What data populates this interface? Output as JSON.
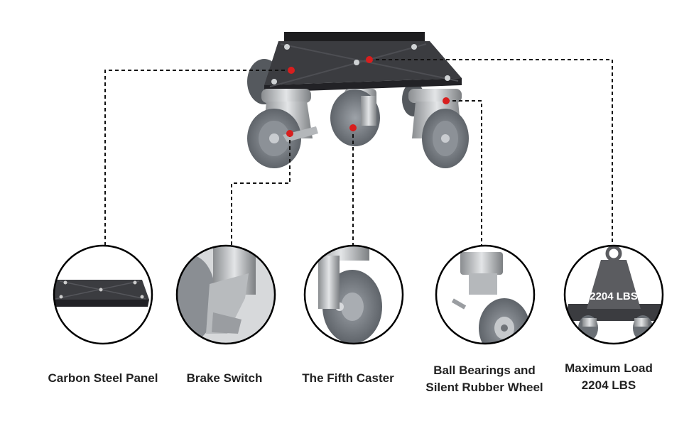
{
  "features": [
    {
      "id": "panel",
      "label_lines": [
        "Carbon Steel Panel"
      ]
    },
    {
      "id": "brake",
      "label_lines": [
        "Brake Switch"
      ]
    },
    {
      "id": "caster",
      "label_lines": [
        "The Fifth Caster"
      ]
    },
    {
      "id": "bearing",
      "label_lines": [
        "Ball Bearings and",
        "Silent Rubber Wheel"
      ]
    },
    {
      "id": "load",
      "label_lines": [
        "Maximum Load",
        "2204 LBS"
      ]
    }
  ],
  "weight_badge": "2204 LBS",
  "colors": {
    "marker": "#d81e1e",
    "panel": "#2b2b2e",
    "wheel": "#7a7f85",
    "leader": "#111111"
  }
}
